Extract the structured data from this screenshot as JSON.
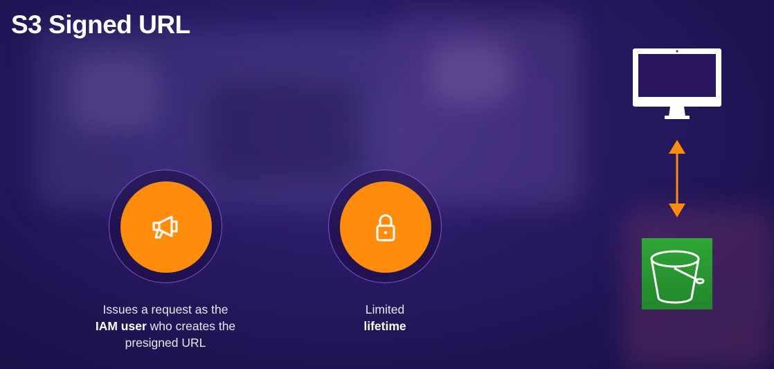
{
  "slide": {
    "title": "S3 Signed URL"
  },
  "features": [
    {
      "icon": "megaphone-icon",
      "caption_line1": "Issues a request as the",
      "caption_bold": "IAM user",
      "caption_line2_rest": " who creates the",
      "caption_line3": "presigned URL"
    },
    {
      "icon": "lock-icon",
      "caption_line1": "Limited",
      "caption_bold": "lifetime"
    }
  ],
  "diagram": {
    "top_node": "monitor-icon",
    "connector": "bidirectional-arrow",
    "bottom_node": "s3-bucket-icon"
  },
  "colors": {
    "accent_orange": "#ff8c0a",
    "ring_purple": "#965ae6",
    "s3_green": "#2b9a2e",
    "background": "#241760"
  }
}
